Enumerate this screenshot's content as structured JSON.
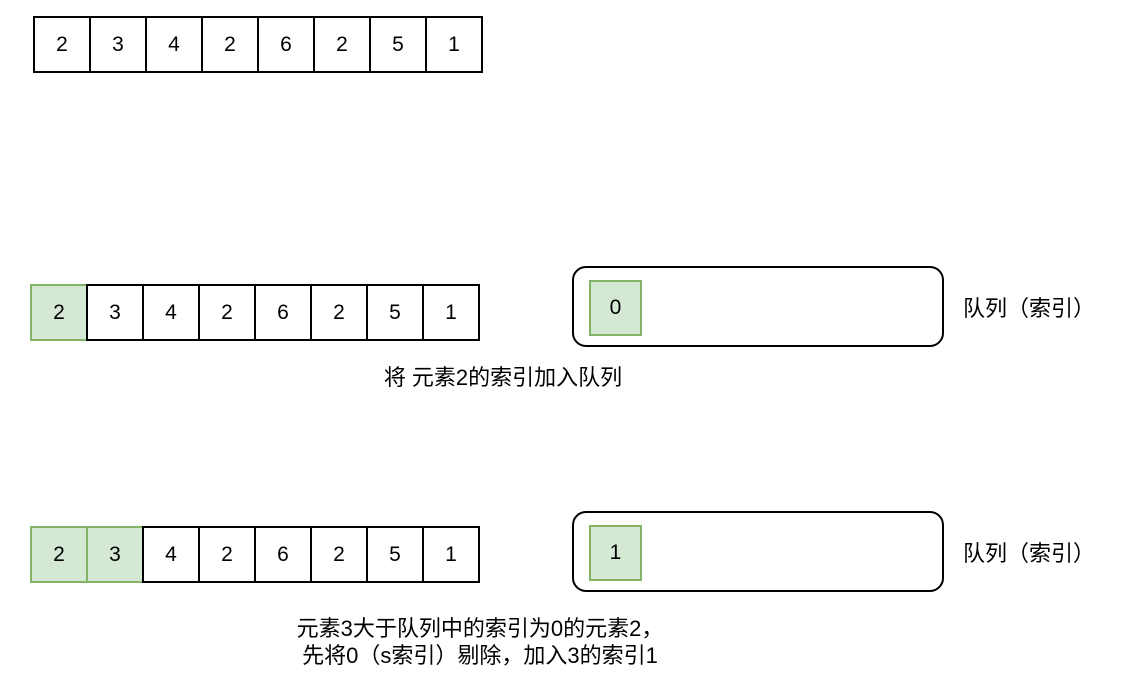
{
  "colors": {
    "background": "#ffffff",
    "cell_fill": "#ffffff",
    "cell_border": "#000000",
    "highlight_fill": "#d5e8d4",
    "highlight_border": "#82b366",
    "text": "#000000"
  },
  "steps": [
    {
      "id": "initial",
      "values": [
        "2",
        "3",
        "4",
        "2",
        "6",
        "2",
        "5",
        "1"
      ],
      "highlighted": []
    },
    {
      "id": "step1",
      "values": [
        "2",
        "3",
        "4",
        "2",
        "6",
        "2",
        "5",
        "1"
      ],
      "highlighted": [
        0
      ],
      "queue": {
        "items": [
          "0"
        ],
        "label": "队列（索引）"
      },
      "caption": [
        "将 元素2的索引加入队列"
      ]
    },
    {
      "id": "step2",
      "values": [
        "2",
        "3",
        "4",
        "2",
        "6",
        "2",
        "5",
        "1"
      ],
      "highlighted": [
        0,
        1
      ],
      "queue": {
        "items": [
          "1"
        ],
        "label": "队列（索引）"
      },
      "caption": [
        "元素3大于队列中的索引为0的元素2，",
        "先将0（s索引）剔除，加入3的索引1"
      ]
    }
  ]
}
